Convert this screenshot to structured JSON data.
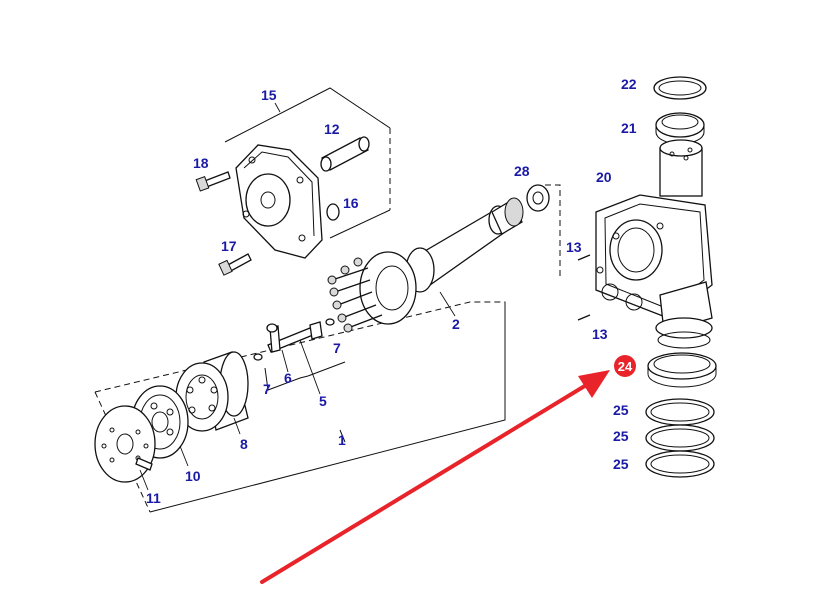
{
  "colors": {
    "label": "#1a1aa6",
    "highlight": "#e8242a",
    "arrow": "#e8242a",
    "line": "#111111"
  },
  "highlight_callout": "24",
  "labels": {
    "l1": "1",
    "l2": "2",
    "l5": "5",
    "l6": "6",
    "l7a": "7",
    "l7b": "7",
    "l8": "8",
    "l10": "10",
    "l11": "11",
    "l12": "12",
    "l13a": "13",
    "l13b": "13",
    "l15": "15",
    "l16": "16",
    "l17": "17",
    "l18": "18",
    "l20": "20",
    "l21": "21",
    "l22": "22",
    "l25a": "25",
    "l25b": "25",
    "l25c": "25",
    "l28": "28"
  }
}
